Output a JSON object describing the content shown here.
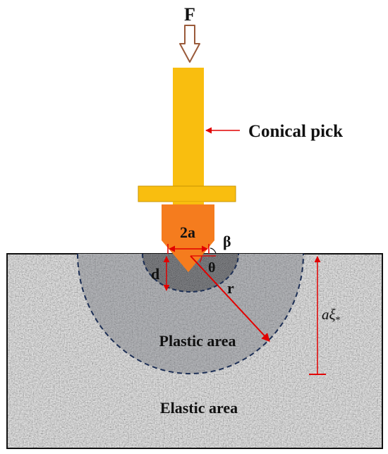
{
  "labels": {
    "force": "F",
    "tool": "Conical pick",
    "width": "2a",
    "angle_beta": "β",
    "angle_theta": "θ",
    "depth": "d",
    "radius": "r",
    "plastic": "Plastic area",
    "elastic": "Elastic area",
    "zone_depth_prefix": "aξ",
    "zone_depth_sub": "*"
  },
  "colors": {
    "shank": "#F9BE0F",
    "tip": "#F57C1E",
    "annotation": "#E10000",
    "boundary": "#1D2F55",
    "elastic_rock": "#D9D9D9",
    "plastic_rock": "#9C9EA3",
    "crushed_rock": "#55575C",
    "arrow_outline": "#9A5A3A"
  }
}
